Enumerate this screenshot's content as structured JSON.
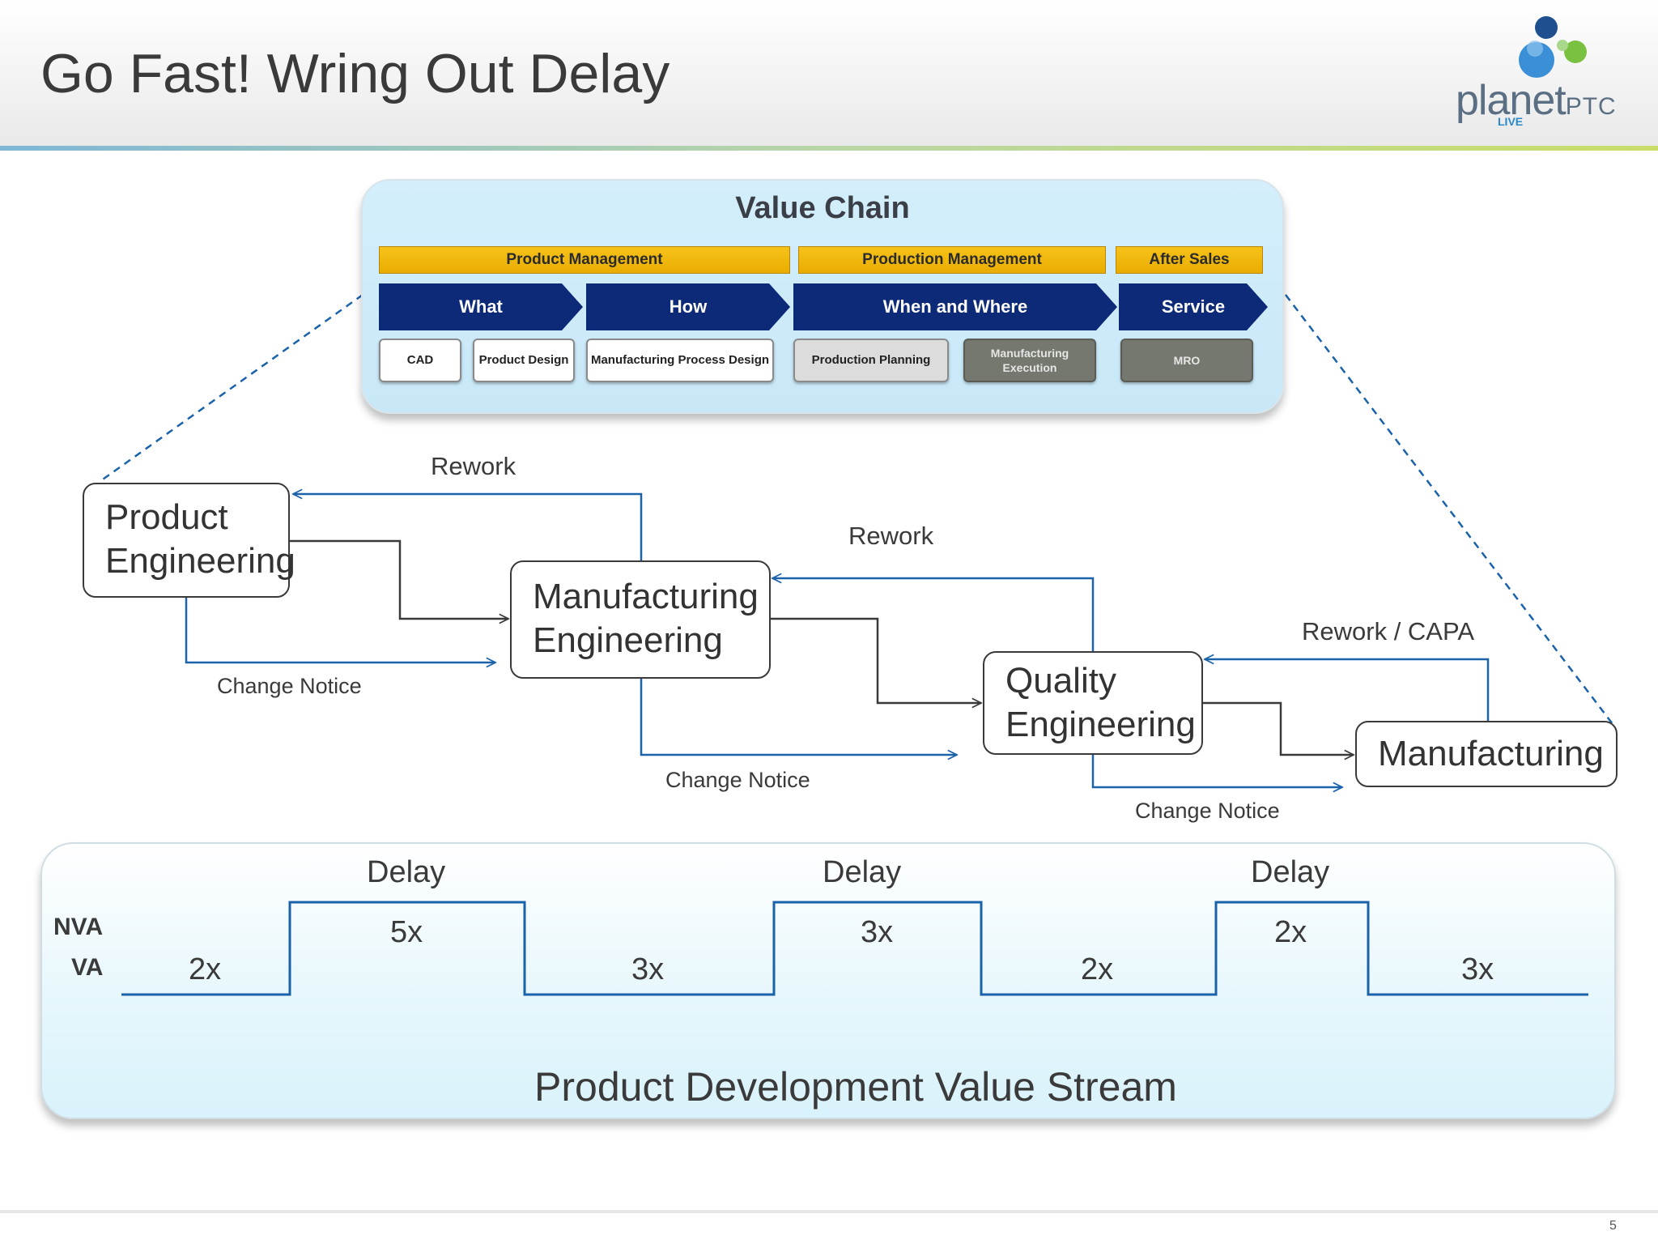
{
  "slide": {
    "title": "Go Fast!  Wring Out Delay",
    "page_number": "5"
  },
  "logo": {
    "name": "planet",
    "name_suffix": "PTC",
    "tag": "LIVE"
  },
  "value_chain": {
    "title": "Value Chain",
    "phases": [
      "Product Management",
      "Production Management",
      "After Sales"
    ],
    "steps": [
      "What",
      "How",
      "When and Where",
      "Service"
    ],
    "capabilities": [
      "CAD",
      "Product Design",
      "Manufacturing Process Design",
      "Production Planning",
      "Manufacturing Execution",
      "MRO"
    ]
  },
  "flow": {
    "stages": [
      "Product Engineering",
      "Manufacturing Engineering",
      "Quality Engineering",
      "Manufacturing"
    ],
    "rework_labels": [
      "Rework",
      "Rework",
      "Rework / CAPA"
    ],
    "change_notice_labels": [
      "Change  Notice",
      "Change  Notice",
      "Change  Notice"
    ]
  },
  "value_stream": {
    "title": "Product Development Value Stream",
    "nva_label": "NVA",
    "va_label": "VA",
    "delay_label": "Delay",
    "va_values": [
      "2x",
      "3x",
      "2x",
      "3x"
    ],
    "nva_values": [
      "5x",
      "3x",
      "2x"
    ]
  },
  "colors": {
    "arrow_blue": "#1a62aa",
    "chevron_navy": "#0c2a78",
    "phase_gold": "#f0b400"
  }
}
